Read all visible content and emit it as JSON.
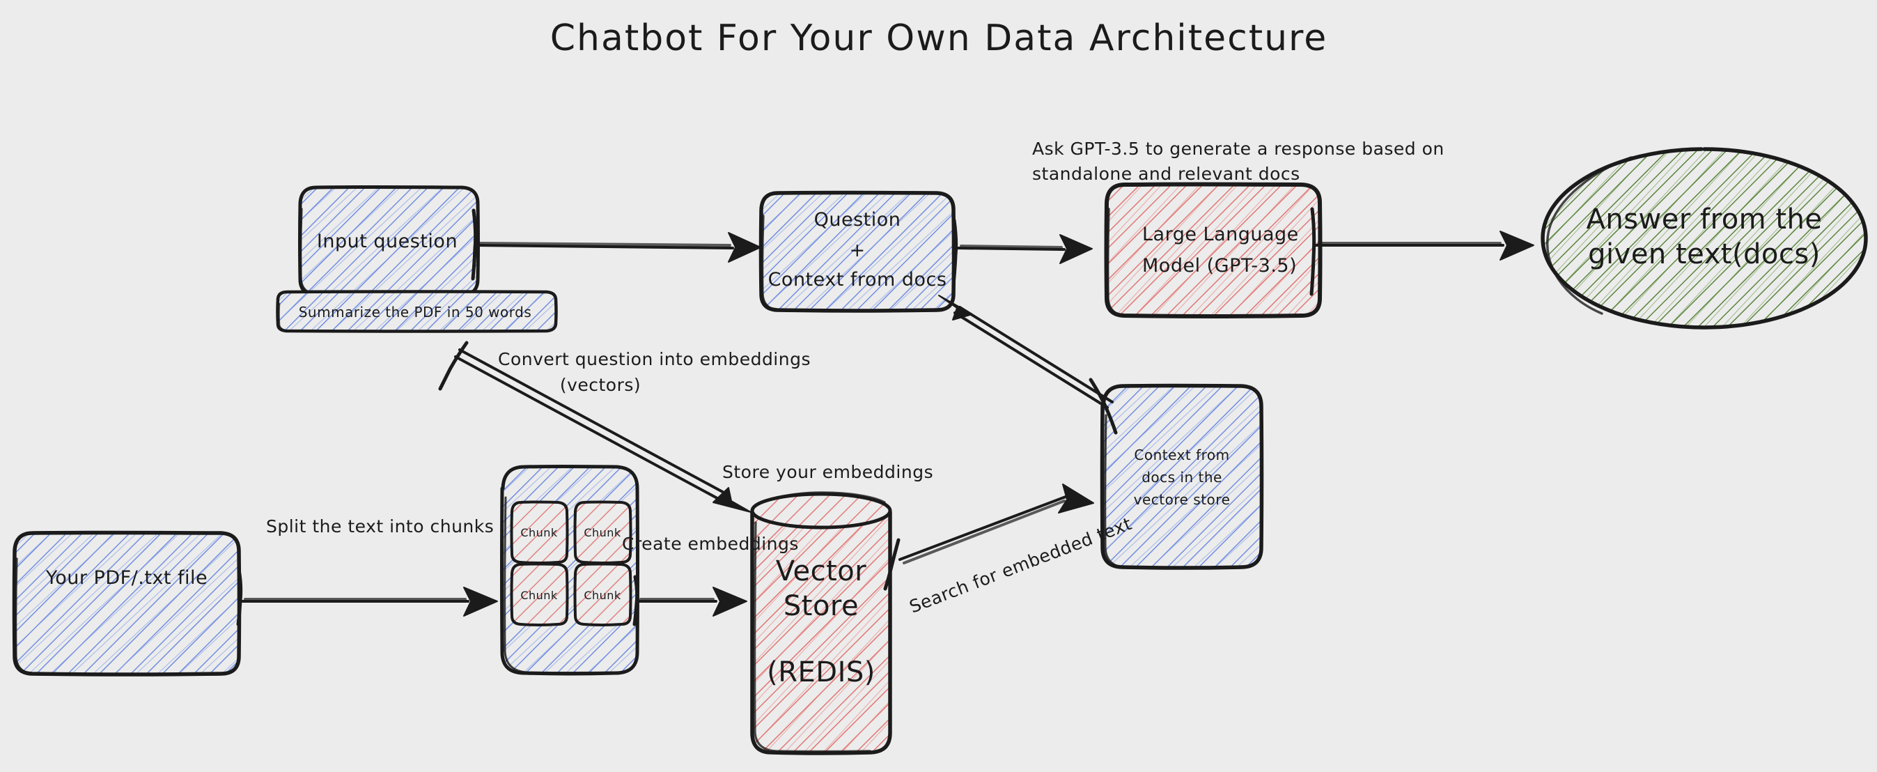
{
  "title": "Chatbot For Your Own Data Architecture",
  "background_color": "#ececec",
  "ink_color": "#1b1b1b",
  "palette": {
    "blue_fill": "#6b8ae0",
    "red_fill": "#e0706b",
    "green_fill": "#4a7a2a"
  },
  "nodes": {
    "input_question": {
      "label": "Input question",
      "fill": "blue"
    },
    "summarize_note": {
      "label": "Summarize the PDF in 50 words",
      "fill": "blue"
    },
    "question_context": {
      "line1": "Question",
      "line2": "+",
      "line3": "Context from docs",
      "fill": "blue"
    },
    "llm": {
      "line1": "Large Language",
      "line2": "Model (GPT-3.5)",
      "fill": "red"
    },
    "answer": {
      "line1": "Answer from the",
      "line2": "given text(docs)",
      "fill": "green",
      "shape": "ellipse"
    },
    "context_store": {
      "line1": "Context from",
      "line2": "docs in the",
      "line3": "vectore store",
      "fill": "blue"
    },
    "pdf_file": {
      "label": "Your PDF/.txt file",
      "fill": "blue"
    },
    "chunks_container": {
      "fill": "blue",
      "chunks": [
        {
          "label": "Chunk"
        },
        {
          "label": "Chunk"
        },
        {
          "label": "Chunk"
        },
        {
          "label": "Chunk"
        }
      ]
    },
    "vector_store": {
      "line1": "Vector",
      "line2": "Store",
      "line3": "(REDIS)",
      "fill": "red",
      "shape": "cylinder"
    }
  },
  "edge_labels": {
    "ask_gpt": {
      "line1": "Ask GPT-3.5 to generate a response based on",
      "line2": "standalone and relevant docs"
    },
    "convert_question": {
      "line1": "Convert question into embeddings",
      "line2": "(vectors)"
    },
    "store_embeddings": "Store your embeddings",
    "split_text": "Split the text into chunks",
    "create_embeddings": "Create embeddings",
    "search_embedded": "Search for embedded text"
  }
}
